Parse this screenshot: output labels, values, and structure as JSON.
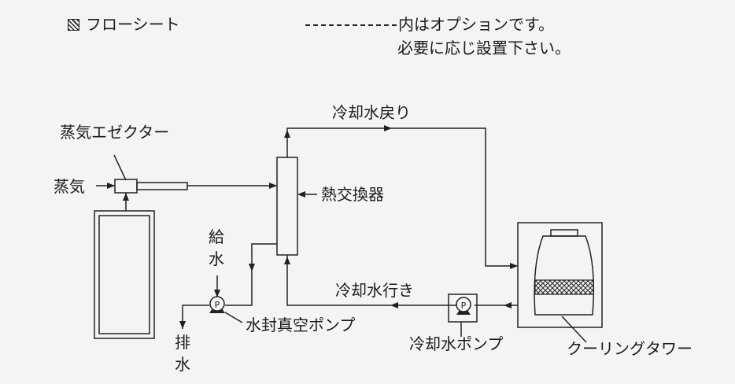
{
  "header": {
    "title": "フローシート",
    "note_line1": "内はオプションです。",
    "note_line2": "必要に応じ設置下さい。"
  },
  "labels": {
    "steam_ejector": "蒸気エゼクター",
    "steam": "蒸気",
    "cooling_water_return": "冷却水戻り",
    "heat_exchanger": "熱交換器",
    "supply_water_1": "給",
    "supply_water_2": "水",
    "cooling_water_supply": "冷却水行き",
    "drain_1": "排",
    "drain_2": "水",
    "water_seal_vacuum_pump": "水封真空ポンプ",
    "cooling_water_pump": "冷却水ポンプ",
    "cooling_tower": "クーリングタワー",
    "pump_symbol": "P"
  }
}
